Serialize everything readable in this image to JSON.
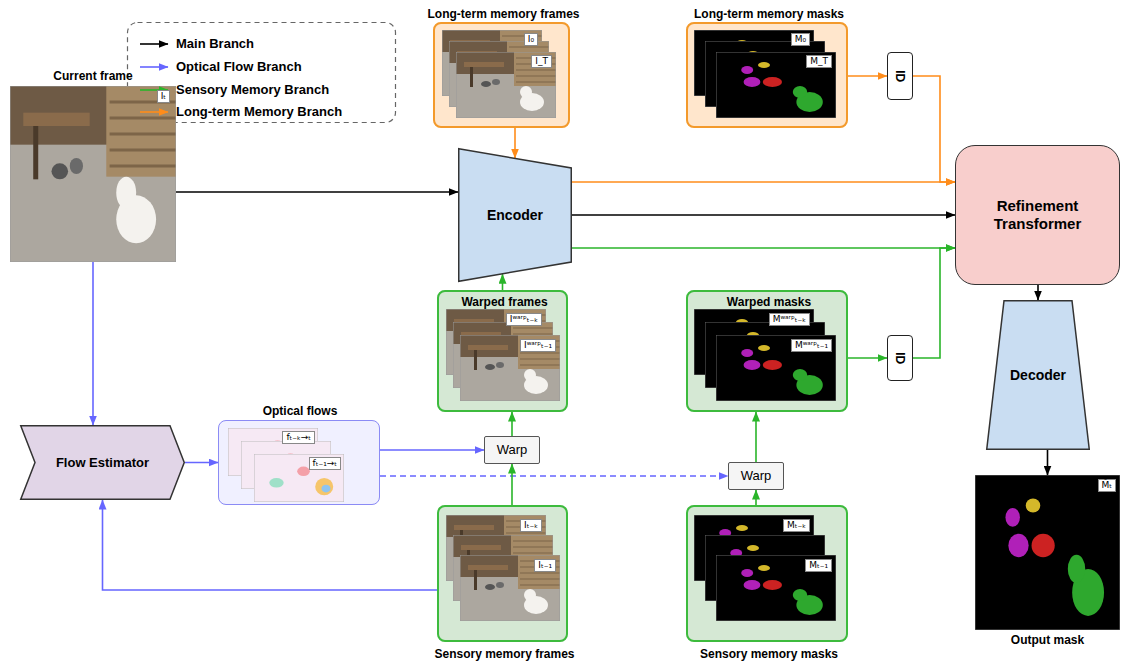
{
  "diagram": {
    "nodes": [
      {
        "text": [
          "Current frame",
          "Iₜ"
        ]
      },
      {
        "text": [
          "Long-term memory frames",
          "I₀",
          "I_T"
        ]
      },
      {
        "text": [
          "Long-term memory masks",
          "M₀",
          "M_T"
        ]
      },
      {
        "text": [
          "ID"
        ]
      },
      {
        "text": [
          "Encoder"
        ]
      },
      {
        "text": [
          "Refinement Transformer"
        ]
      },
      {
        "text": [
          "Warped frames",
          "Iʷᵃʳᵖₜ₋ₖ",
          "Iʷᵃʳᵖₜ₋₁"
        ]
      },
      {
        "text": [
          "Warped masks",
          "Mʷᵃʳᵖₜ₋ₖ",
          "Mʷᵃʳᵖₜ₋₁"
        ]
      },
      {
        "text": [
          "ID"
        ]
      },
      {
        "text": [
          "Decoder"
        ]
      },
      {
        "text": [
          "Flow Estimator"
        ]
      },
      {
        "text": [
          "Optical flows",
          "fₜ₋ₖ→ₜ",
          "fₜ₋₁→ₜ"
        ]
      },
      {
        "text": [
          "Warp"
        ]
      },
      {
        "text": [
          "Warp"
        ]
      },
      {
        "text": [
          "Output mask",
          "M̂ₜ"
        ]
      },
      {
        "text": [
          "Sensory memory frames",
          "Iₜ₋ₖ",
          "Iₜ₋₁"
        ]
      },
      {
        "text": [
          "Sensory memory masks",
          "Mₜ₋ₖ",
          "Mₜ₋₁"
        ]
      }
    ],
    "edges": [
      {
        "from": 0,
        "to": 4,
        "arrow": "to"
      },
      {
        "from": 0,
        "to": 10,
        "arrow": "to"
      },
      {
        "from": 1,
        "to": 4,
        "arrow": "to"
      },
      {
        "from": 2,
        "to": 3,
        "arrow": "to"
      },
      {
        "from": 3,
        "to": 5,
        "arrow": "to"
      },
      {
        "from": 4,
        "to": 5,
        "arrow": "to"
      },
      {
        "from": 4,
        "to": 5,
        "arrow": "to"
      },
      {
        "from": 4,
        "to": 5,
        "arrow": "to"
      },
      {
        "from": 8,
        "to": 5,
        "arrow": "to"
      },
      {
        "from": 5,
        "to": 9,
        "arrow": "to"
      },
      {
        "from": 9,
        "to": 14,
        "arrow": "to"
      },
      {
        "from": 10,
        "to": 11,
        "arrow": "to"
      },
      {
        "from": 11,
        "to": 12,
        "arrow": "to"
      },
      {
        "from": 11,
        "to": 13,
        "arrow": "to"
      },
      {
        "from": 15,
        "to": 10,
        "arrow": "to"
      },
      {
        "from": 15,
        "to": 12,
        "arrow": "to"
      },
      {
        "from": 12,
        "to": 6,
        "arrow": "to"
      },
      {
        "from": 6,
        "to": 4,
        "arrow": "to"
      },
      {
        "from": 16,
        "to": 13,
        "arrow": "to"
      },
      {
        "from": 13,
        "to": 7,
        "arrow": "to"
      },
      {
        "from": 7,
        "to": 8,
        "arrow": "to"
      }
    ],
    "legend": [
      {
        "text": "Main Branch"
      },
      {
        "text": "Optical Flow Branch"
      },
      {
        "text": "Sensory Memory Branch"
      },
      {
        "text": "Long-term Memory Branch"
      }
    ]
  }
}
